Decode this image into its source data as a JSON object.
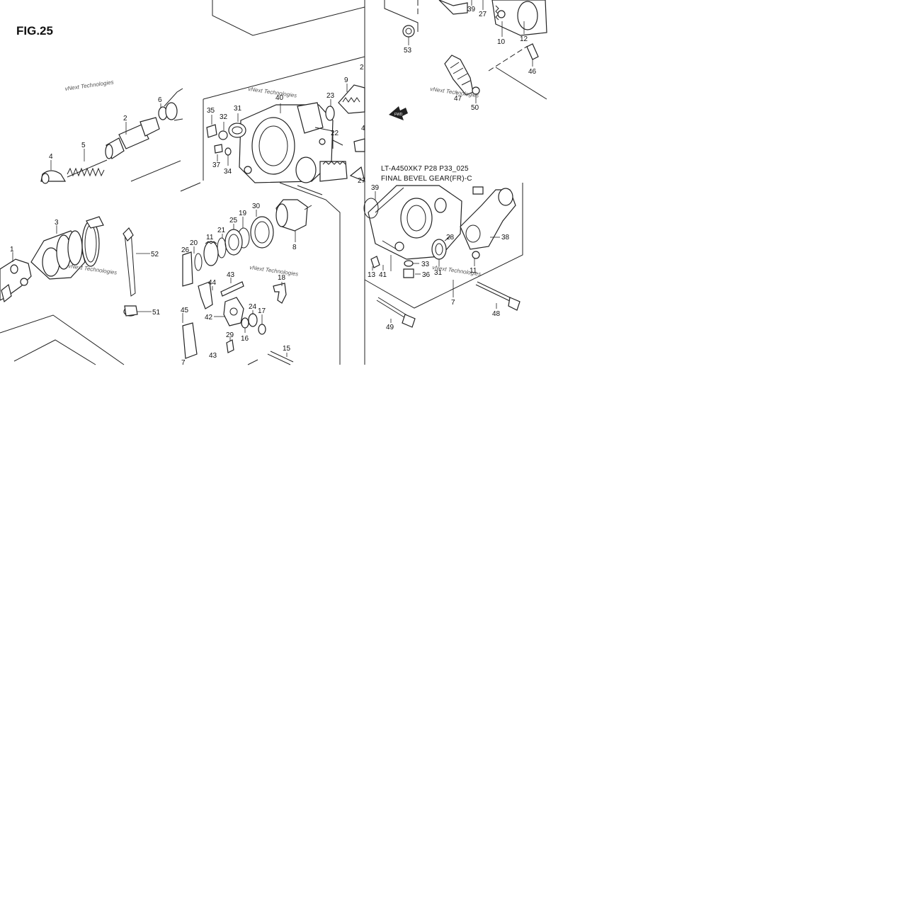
{
  "figure": {
    "title": "FIG.25",
    "header_code": "LT-A450XK7 P28 P33_025",
    "header_name": "FINAL BEVEL GEAR(FR)-C",
    "watermark": "vNext Technologies",
    "fwd_label": "FWD"
  },
  "part_numbers": {
    "p1": "1",
    "p2": "2",
    "p3": "3",
    "p4": "4",
    "p5": "5",
    "p6": "6",
    "p7": "7",
    "p8": "8",
    "p9": "9",
    "p10": "10",
    "p11a": "11",
    "p11b": "11",
    "p12": "12",
    "p13": "13",
    "p15": "15",
    "p16": "16",
    "p17": "17",
    "p18": "18",
    "p19": "19",
    "p20": "20",
    "p21": "21",
    "p22": "22",
    "p23": "23",
    "p24": "24",
    "p25": "25",
    "p26": "26",
    "p27a": "27",
    "p27b": "27",
    "p28": "28",
    "p29": "29",
    "p30": "30",
    "p31a": "31",
    "p31b": "31",
    "p32": "32",
    "p33": "33",
    "p34": "34",
    "p35": "35",
    "p36": "36",
    "p37a": "37",
    "p37b": "7",
    "p38": "38",
    "p39a": "39",
    "p39b": "39",
    "p40": "40",
    "p41": "41",
    "p42": "42",
    "p43a": "43",
    "p43b": "43",
    "p44": "44",
    "p45": "45",
    "p46": "46",
    "p47": "47",
    "p48": "48",
    "p49": "49",
    "p50": "50",
    "p51": "51",
    "p52": "52",
    "p53": "53",
    "p2top": "2",
    "p4top": "4"
  }
}
